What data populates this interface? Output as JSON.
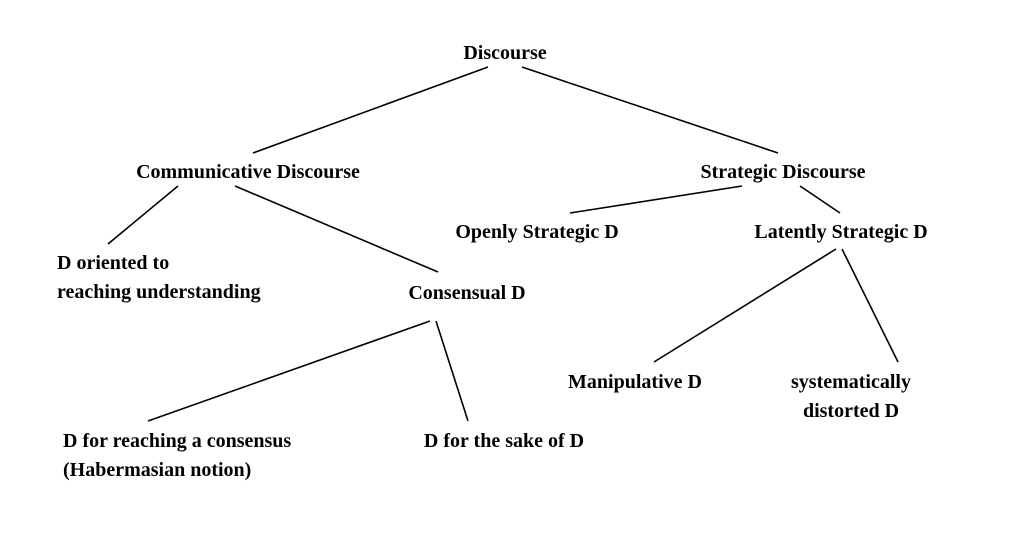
{
  "diagram": {
    "title": "Discourse taxonomy tree",
    "background_color": "#ffffff",
    "text_color": "#000000",
    "line_color": "#000000",
    "nodes": {
      "discourse": {
        "label": "Discourse"
      },
      "communicative": {
        "label": "Communicative Discourse"
      },
      "strategic": {
        "label": "Strategic Discourse"
      },
      "openly_strategic": {
        "label": "Openly Strategic D"
      },
      "latently_strategic": {
        "label": "Latently Strategic D"
      },
      "oriented_understanding": {
        "label": "D oriented to\nreaching understanding"
      },
      "consensual": {
        "label": "Consensual D"
      },
      "manipulative": {
        "label": "Manipulative D"
      },
      "systematically_distorted": {
        "label": "systematically\ndistorted D"
      },
      "consensus_habermas": {
        "label": "D for reaching a consensus\n(Habermasian notion)"
      },
      "sake_of_d": {
        "label": "D for the sake of D"
      }
    },
    "edges": [
      {
        "from": "discourse",
        "to": "communicative"
      },
      {
        "from": "discourse",
        "to": "strategic"
      },
      {
        "from": "communicative",
        "to": "oriented_understanding"
      },
      {
        "from": "communicative",
        "to": "consensual"
      },
      {
        "from": "strategic",
        "to": "openly_strategic"
      },
      {
        "from": "strategic",
        "to": "latently_strategic"
      },
      {
        "from": "consensual",
        "to": "consensus_habermas"
      },
      {
        "from": "consensual",
        "to": "sake_of_d"
      },
      {
        "from": "latently_strategic",
        "to": "manipulative"
      },
      {
        "from": "latently_strategic",
        "to": "systematically_distorted"
      }
    ]
  }
}
